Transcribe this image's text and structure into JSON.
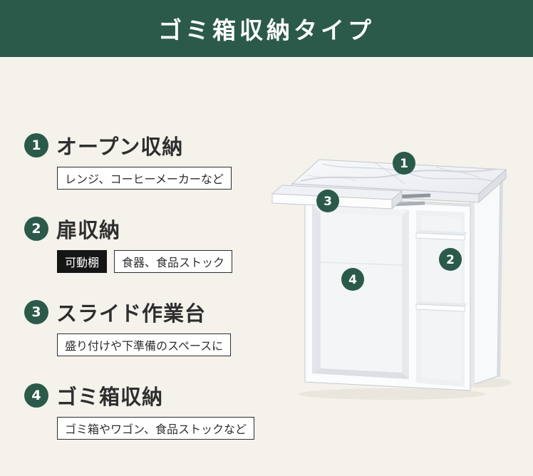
{
  "colors": {
    "accent_green": "#2b5a4a",
    "background": "#f4f2eb",
    "ink": "#2e2e2e",
    "tag_solid_bg": "#151515"
  },
  "header": {
    "title": "ゴミ箱収納タイプ"
  },
  "features": [
    {
      "number": "1",
      "title": "オープン収納",
      "tags": [
        {
          "label": "レンジ、コーヒーメーカーなど",
          "style": "outline"
        }
      ]
    },
    {
      "number": "2",
      "title": "扉収納",
      "tags": [
        {
          "label": "可動棚",
          "style": "solid"
        },
        {
          "label": "食器、食品ストック",
          "style": "outline"
        }
      ]
    },
    {
      "number": "3",
      "title": "スライド作業台",
      "tags": [
        {
          "label": "盛り付けや下準備のスペースに",
          "style": "outline"
        }
      ]
    },
    {
      "number": "4",
      "title": "ゴミ箱収納",
      "tags": [
        {
          "label": "ゴミ箱やワゴン、食品ストックなど",
          "style": "outline"
        }
      ]
    }
  ],
  "diagram": {
    "markers": [
      {
        "number": "1"
      },
      {
        "number": "2"
      },
      {
        "number": "3"
      },
      {
        "number": "4"
      }
    ]
  }
}
